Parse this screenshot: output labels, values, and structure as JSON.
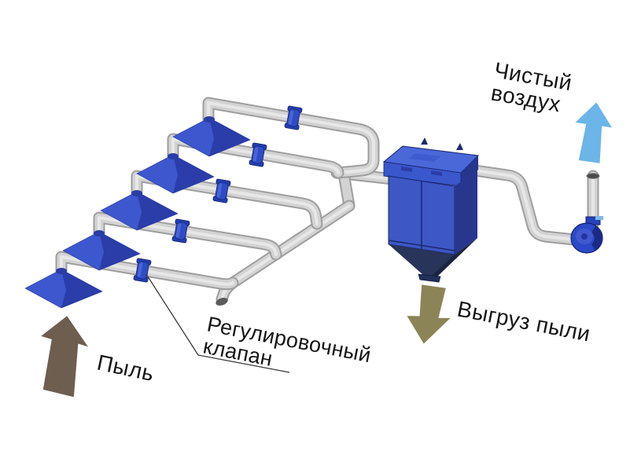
{
  "diagram": {
    "type": "industrial dust aspiration system scheme",
    "background": "#ffffff",
    "labels": {
      "clean_air_line1": "Чистый",
      "clean_air_line2": "воздух",
      "dust_discharge": "Выгруз пыли",
      "dust": "Пыль",
      "valve_line1": "Регулировочный",
      "valve_line2": "клапан"
    },
    "arrows": [
      {
        "name": "clean-air-arrow",
        "direction": "up",
        "color": "#6CB5E8"
      },
      {
        "name": "dust-discharge-arrow",
        "direction": "down",
        "color": "#8B8456"
      },
      {
        "name": "dust-arrow",
        "direction": "up",
        "color": "#6E5E50"
      }
    ],
    "components": {
      "hood_count": 5,
      "valve_count": 5,
      "filter_unit": "dust collector with hopper",
      "fan": "centrifugal fan",
      "exhaust_stack": "vertical clean air outlet pipe"
    },
    "colors": {
      "pipe_light": "#D3D3D3",
      "pipe_edge": "#9E9E9E",
      "hood_blue": "#3D57CE",
      "hood_shadow": "#2A3DA8",
      "valve_blue": "#2E4CC6",
      "filter_front": "#3D57C4",
      "filter_side": "#27378E",
      "filter_lid_top": "#4A68D8",
      "hopper_front": "#283459",
      "hopper_side": "#1B2441",
      "fan_blue": "#2B49C8",
      "leader_line": "#3a3a3a",
      "text": "#161616"
    }
  }
}
